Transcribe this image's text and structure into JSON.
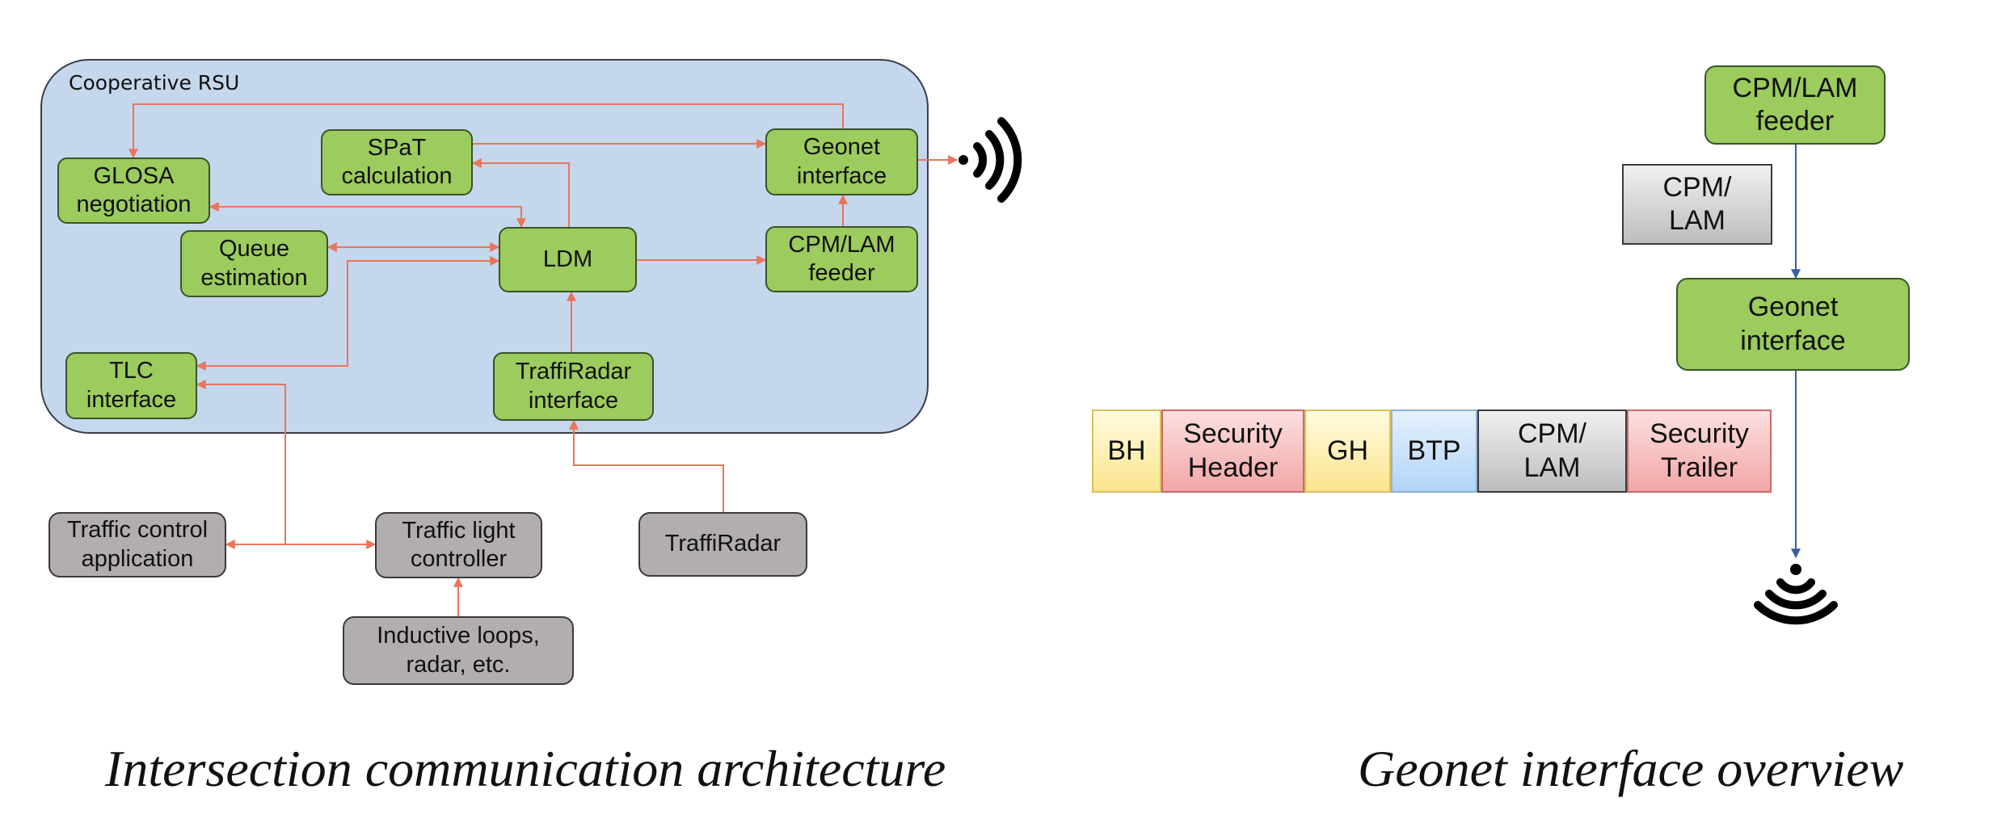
{
  "left": {
    "container_label": "Cooperative RSU",
    "nodes": {
      "spat": "SPaT\ncalculation",
      "geonet": "Geonet\ninterface",
      "glosa": "GLOSA\nnegotiation",
      "queue": "Queue\nestimation",
      "ldm": "LDM",
      "cpm_feeder": "CPM/LAM\nfeeder",
      "tlc": "TLC\ninterface",
      "traffiradar_if": "TraffiRadar\ninterface",
      "traffic_control_app": "Traffic control\napplication",
      "traffic_light_controller": "Traffic light\ncontroller",
      "traffiradar": "TraffiRadar",
      "inductive_loops": "Inductive loops,\nradar, etc."
    },
    "caption": "Intersection communication architecture"
  },
  "right": {
    "nodes": {
      "cpm_feeder": "CPM/LAM\nfeeder",
      "cpm_lam": "CPM/\nLAM",
      "geonet": "Geonet\ninterface"
    },
    "frame_fields": [
      "BH",
      "Security\nHeader",
      "GH",
      "BTP",
      "CPM/\nLAM",
      "Security\nTrailer"
    ],
    "caption": "Geonet interface overview"
  },
  "colors": {
    "rsu_background": "#c5d7ec",
    "node_green": "#9ccb5e",
    "node_gray": "#b2aeae",
    "arrow_orange": "#e9755a",
    "arrow_blue": "#3a5ea3"
  }
}
